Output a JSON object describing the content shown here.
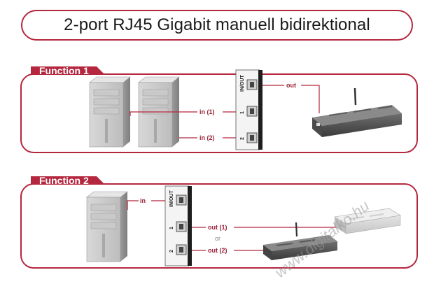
{
  "title": "2-port RJ45 Gigabit manuell bidirektional",
  "function1": {
    "tag": "Function 1",
    "ports": {
      "inout": "IN/OUT",
      "p1": "1",
      "p2": "2"
    },
    "labels": {
      "out": "out",
      "in1": "in (1)",
      "in2": "in (2)"
    }
  },
  "function2": {
    "tag": "Function 2",
    "ports": {
      "inout": "IN/OUT",
      "p1": "1",
      "p2": "2"
    },
    "labels": {
      "in": "in",
      "out1": "out (1)",
      "or": "or",
      "out2": "out (2)"
    }
  },
  "watermark": "www.digitalko.hu",
  "colors": {
    "accent": "#b5273f",
    "line": "#b5273f"
  }
}
